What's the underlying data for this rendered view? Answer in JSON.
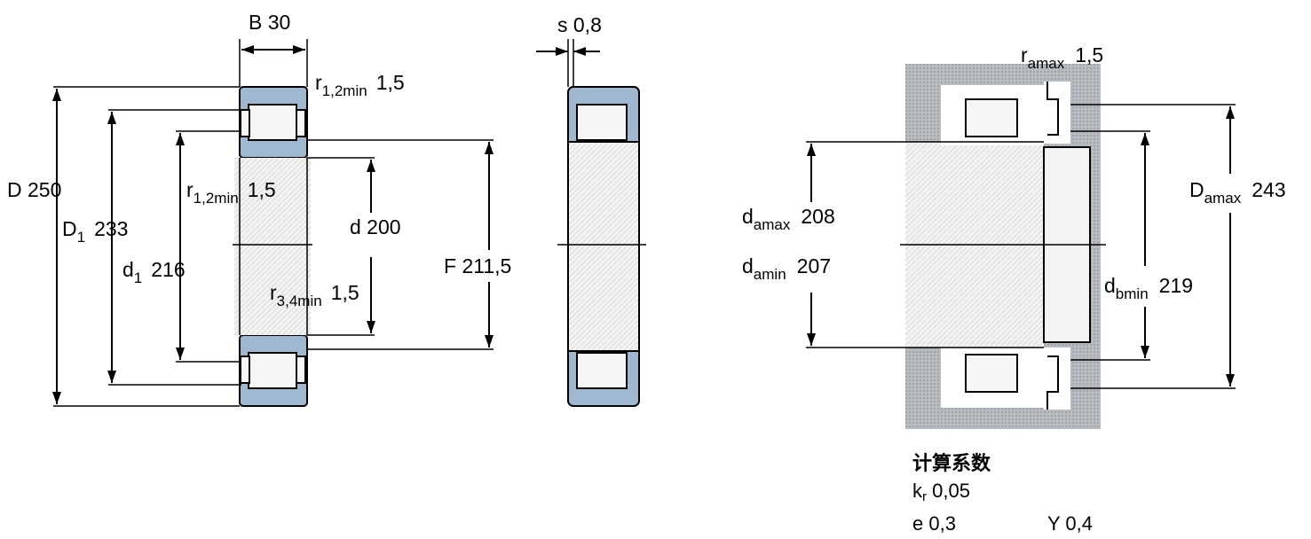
{
  "dimensions": {
    "B": "B  30",
    "s": "s  0,8",
    "r12min_top": "1,5",
    "r12min_mid": "1,5",
    "D": "D  250",
    "D1_sym": "D",
    "D1_sub": "1",
    "D1_val": "233",
    "d": "d  200",
    "d1_sym": "d",
    "d1_sub": "1",
    "d1_val": "216",
    "F": "F  211,5",
    "r34min": "1,5"
  },
  "mounting": {
    "ramax": "1,5",
    "damax": "208",
    "damin": "207",
    "dbmin": "219",
    "Damax": "243"
  },
  "calculation": {
    "title": "计算系数",
    "kr_sym": "k",
    "kr_sub": "r",
    "kr_val": "0,05",
    "e": "e  0,3",
    "Y": "Y  0,4"
  },
  "colors": {
    "ring": "#9fb7cf",
    "housing": "#b9bcbf"
  }
}
